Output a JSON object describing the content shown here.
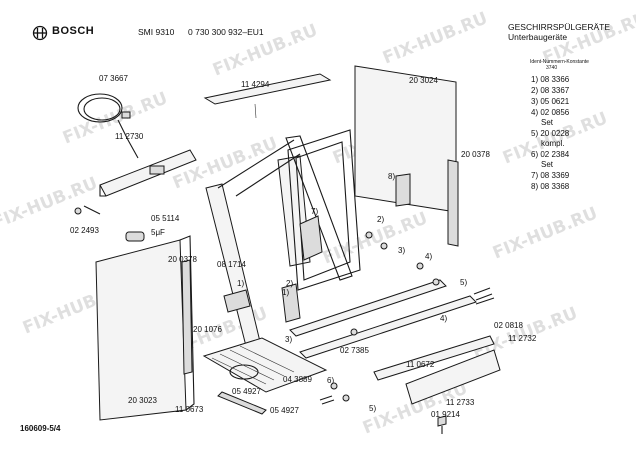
{
  "header": {
    "brand": "BOSCH",
    "model": "SMI 9310",
    "part_code": "0 730 300 932–EU1",
    "title": "GESCHIRRSPÜLGERÄTE",
    "subtitle": "Unterbaugeräte",
    "logo_icon": "bosch-armature-logo-icon"
  },
  "ident": {
    "label": "Ident-Nummern-Konstante",
    "value": "3740"
  },
  "legend": [
    "1) 08 3366",
    "2) 08 3367",
    "3) 05 0621",
    "4) 02 0856",
    "Set",
    "5) 20 0228",
    "kompl.",
    "6) 02 2384",
    "Set",
    "7) 08 3369",
    "8) 08 3368"
  ],
  "labels": {
    "l073667": "07 3667",
    "l114294": "11 4294",
    "l203024": "20 3024",
    "l112730": "11 2730",
    "l200378a": "20 0378",
    "l8": "8)",
    "l7": "7)",
    "l2a": "2)",
    "l3a": "3)",
    "l4a": "4)",
    "l055114": "05 5114",
    "l5uf": "5μF",
    "l022493": "02 2493",
    "l200378b": "20 0378",
    "l081714": "08 1714",
    "l1a": "1)",
    "l2b": "2)",
    "l1b": "1)",
    "l5a": "5)",
    "l4b": "4)",
    "l020818": "02 0818",
    "l112732": "11 2732",
    "l201076": "20 1076",
    "l3b": "3)",
    "l027385": "02 7385",
    "l110672": "11 0672",
    "l038889": "04 3889",
    "l6": "6)",
    "l054927a": "05 4927",
    "l203023": "20 3023",
    "l110673": "11 0673",
    "l054927b": "05 4927",
    "l5b": "5)",
    "l112733": "11 2733",
    "l019214": "01 9214"
  },
  "footer": {
    "doc_number": "160609-5/4"
  },
  "watermark": "FIX-HUB.RU"
}
